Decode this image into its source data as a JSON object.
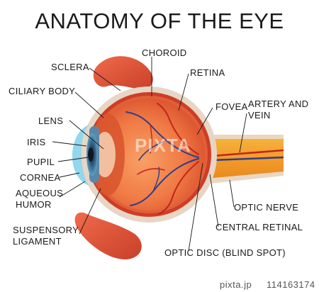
{
  "title": "ANATOMY OF THE EYE",
  "labels": {
    "choroid": "CHOROID",
    "sclera": "SCLERA",
    "retina": "RETINA",
    "ciliary_body": "CILIARY BODY",
    "fovea": "FOVEA",
    "artery_and_vein_line1": "ARTERY AND",
    "artery_and_vein_line2": "VEIN",
    "lens": "LENS",
    "iris": "IRIS",
    "pupil": "PUPIL",
    "cornea": "CORNEA",
    "aqueous_humor_line1": "AQUEOUS",
    "aqueous_humor_line2": "HUMOR",
    "optic_nerve": "OPTIC NERVE",
    "central_retinal": "CENTRAL RETINAL",
    "suspensory_ligament_line1": "SUSPENSORY",
    "suspensory_ligament_line2": "LIGAMENT",
    "optic_disc": "OPTIC DISC (BLIND SPOT)"
  },
  "watermark": {
    "brand": "PIXTA",
    "footer_brand": "pixta.jp",
    "footer_id": "114163174"
  },
  "colors": {
    "muscle": "#e2553a",
    "sclera": "#e8d8c8",
    "choroid": "#cf3d25",
    "interior": "#f07a45",
    "nerve": "#f0a32a",
    "vein": "#2e3f8a",
    "artery": "#c2261a",
    "cornea": "#7fd0ea",
    "iris": "#3d7fa6"
  }
}
